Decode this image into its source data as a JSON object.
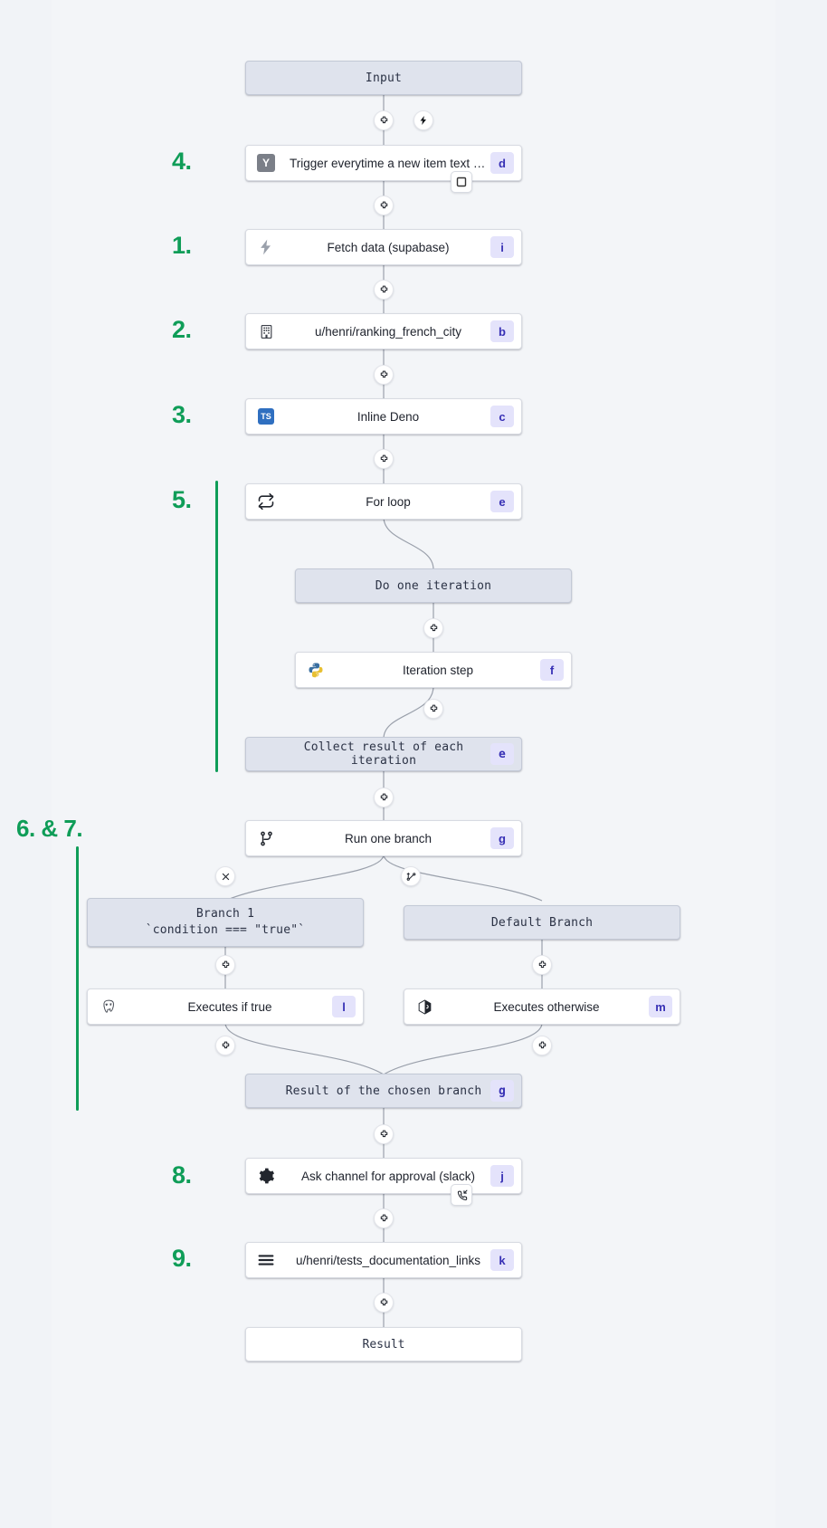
{
  "canvas": {
    "background": "#f1f3f7",
    "accent_green": "#0f9d58",
    "badge_bg": "#e4e3fb",
    "badge_fg": "#3730b5",
    "virtual_node_bg": "#dfe3ed"
  },
  "steps": [
    {
      "id": "s4",
      "label": "4."
    },
    {
      "id": "s1",
      "label": "1."
    },
    {
      "id": "s2",
      "label": "2."
    },
    {
      "id": "s3",
      "label": "3."
    },
    {
      "id": "s5",
      "label": "5."
    },
    {
      "id": "s67",
      "label": "6. & 7."
    },
    {
      "id": "s8",
      "label": "8."
    },
    {
      "id": "s9",
      "label": "9."
    }
  ],
  "nodes": {
    "input": {
      "label": "Input",
      "kind": "virtual"
    },
    "trigger": {
      "label": "Trigger everytime a new item text o…",
      "badge": "d",
      "icon": "yaml-icon"
    },
    "fetch": {
      "label": "Fetch data (supabase)",
      "badge": "i",
      "icon": "bolt-grey-icon"
    },
    "ranking": {
      "label": "u/henri/ranking_french_city",
      "badge": "b",
      "icon": "building-icon"
    },
    "deno": {
      "label": "Inline Deno",
      "badge": "c",
      "icon": "typescript-icon"
    },
    "forloop": {
      "label": "For loop",
      "badge": "e",
      "icon": "loop-icon"
    },
    "do_one_iteration": {
      "label": "Do one iteration",
      "kind": "virtual"
    },
    "iteration_step": {
      "label": "Iteration step",
      "badge": "f",
      "icon": "python-icon"
    },
    "collect": {
      "label": "Collect result of each iteration",
      "badge": "e",
      "kind": "virtual"
    },
    "run_one_branch": {
      "label": "Run one branch",
      "badge": "g",
      "icon": "branch-icon"
    },
    "branch1_title": {
      "label": "Branch 1",
      "kind": "virtual"
    },
    "branch1_cond": {
      "label": "`condition === \"true\"`",
      "kind": "virtual"
    },
    "default_branch": {
      "label": "Default Branch",
      "kind": "virtual"
    },
    "executes_true": {
      "label": "Executes if true",
      "badge": "l",
      "icon": "postgres-icon"
    },
    "executes_other": {
      "label": "Executes otherwise",
      "badge": "m",
      "icon": "bun-icon"
    },
    "branch_result": {
      "label": "Result of the chosen branch",
      "badge": "g",
      "kind": "virtual"
    },
    "slack_approval": {
      "label": "Ask channel for approval (slack)",
      "badge": "j",
      "icon": "gear-icon"
    },
    "tests_docs": {
      "label": "u/henri/tests_documentation_links",
      "badge": "k",
      "icon": "hamburger-icon"
    },
    "result": {
      "label": "Result",
      "kind": "plain"
    }
  },
  "handles": {
    "add": "plus-handle-icon",
    "bolt": "bolt-handle-icon",
    "close": "close-handle-icon",
    "branch_add": "add-branch-handle-icon"
  },
  "chips": {
    "trigger_chip": "stop-square-icon",
    "approval_chip": "phone-incoming-icon"
  }
}
